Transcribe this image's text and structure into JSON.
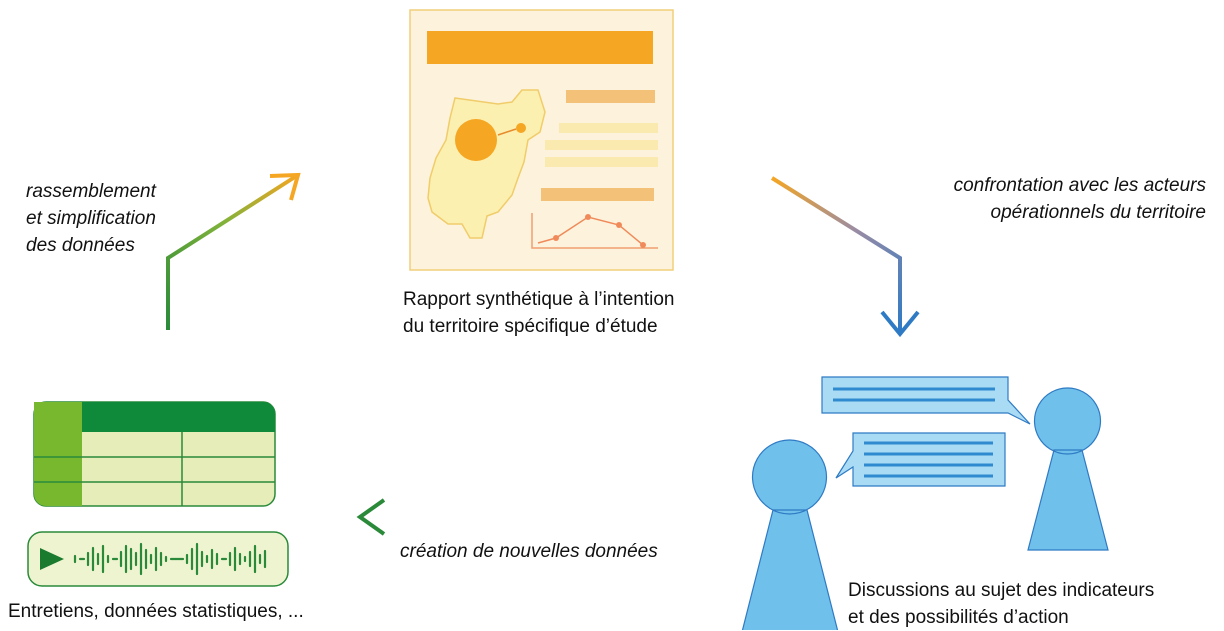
{
  "labels": {
    "gather": [
      "rassemblement",
      "et simplification",
      "des données"
    ],
    "confront": [
      "confrontation avec les acteurs",
      "opérationnels du territoire"
    ],
    "report": [
      "Rapport synthétique à l’intention",
      "du territoire spécifique d’étude"
    ],
    "create": "création de nouvelles données",
    "discuss": [
      "Discussions au sujet des indicateurs",
      "et des possibilités d’action"
    ],
    "data": "Entretiens, données statistiques, ..."
  },
  "colors": {
    "green": "#2a8a3a",
    "table_header": "#0f8a3a",
    "table_side": "#77b82e",
    "table_cell": "#e6edb8",
    "orange": "#f5a623",
    "report_bg": "#fdf3dc",
    "person_blue": "#6fc0ea",
    "arrow_blue": "#2f7ac4"
  },
  "icons": [
    "table-icon",
    "audio-waveform-icon",
    "report-document-icon",
    "person-icon",
    "speech-bubble-icon"
  ]
}
